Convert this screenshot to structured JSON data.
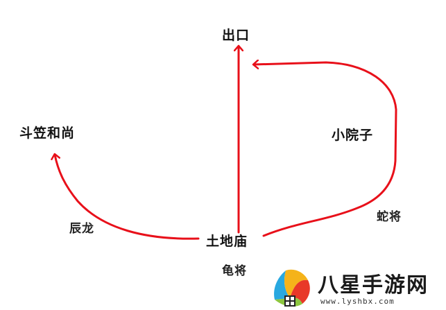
{
  "diagram": {
    "nodes": {
      "exit": "出口",
      "douli_monk": "斗笠和尚",
      "small_yard": "小院子",
      "earth_temple": "土地庙"
    },
    "edge_labels": {
      "chenlong": "辰龙",
      "snake_general": "蛇将",
      "turtle_general": "龟将"
    },
    "arrow_color": "#e8101a"
  },
  "watermark": {
    "name": "八星手游网",
    "url": "www.lyshbx.com"
  }
}
